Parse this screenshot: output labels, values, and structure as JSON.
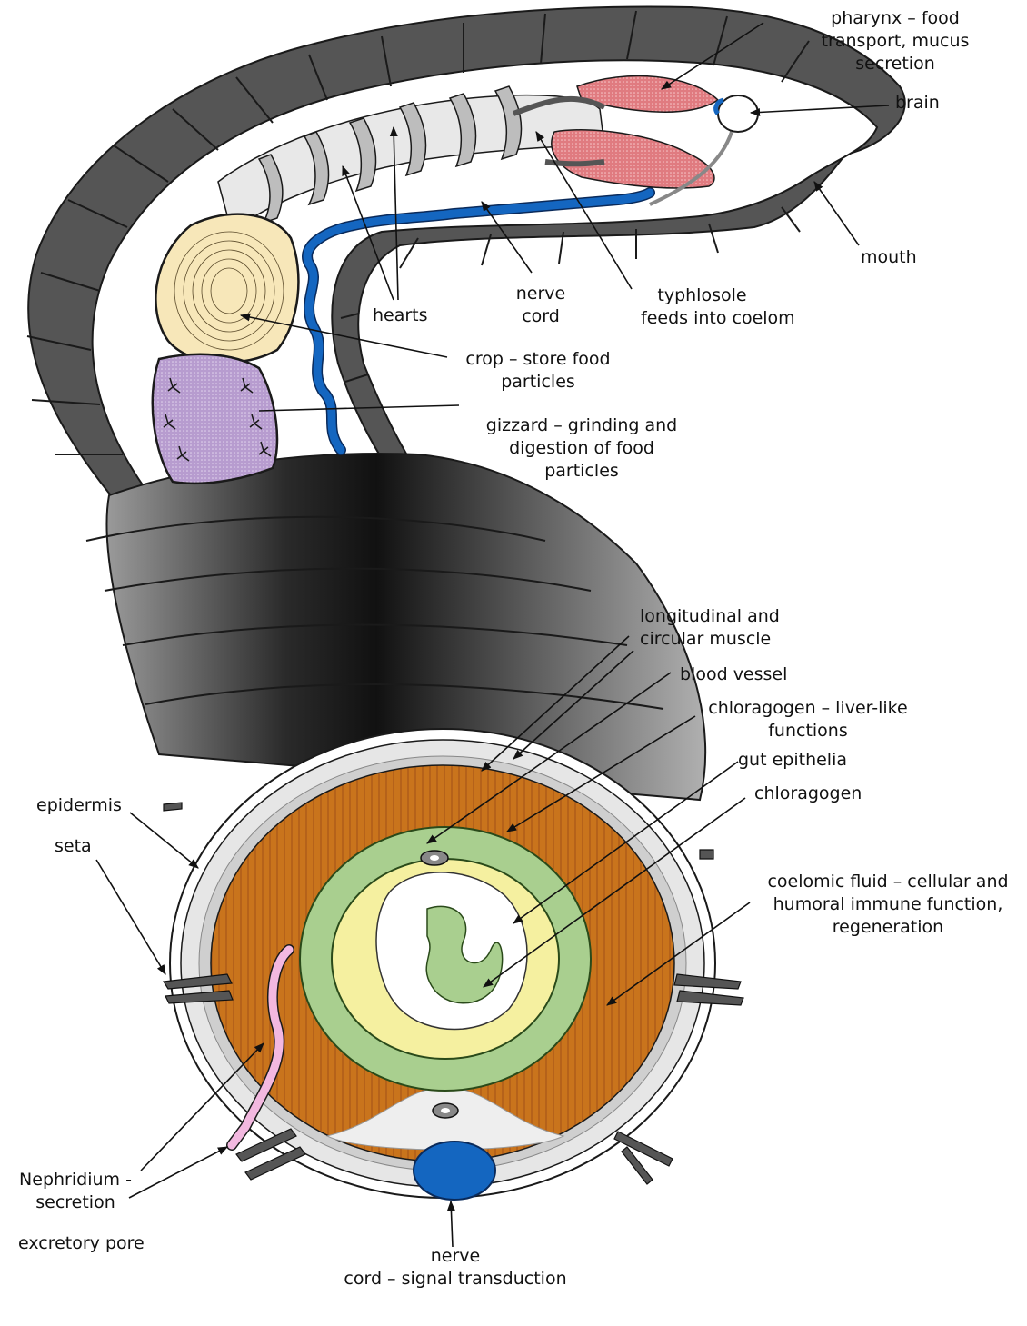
{
  "colors": {
    "background": "#ffffff",
    "segment_dark": "#4a4a4a",
    "segment_mid": "#6e6e6e",
    "segment_outline": "#1a1a1a",
    "pharynx": "#e07b80",
    "crop": "#f7e7b9",
    "gizzard": "#b79ccf",
    "nerve_cord": "#1466c0",
    "coelom": "#c9741c",
    "gut_epithelia": "#a9cf8f",
    "lumen_yellow": "#f5f0a0",
    "nephridium": "#f3b8e0",
    "epidermis": "#e6e6e6",
    "seta": "#555555"
  },
  "icons": {
    "pointer": "arrow-icon"
  },
  "labels": {
    "pharynx": [
      "pharynx – food",
      "transport, mucus",
      "secretion"
    ],
    "brain": [
      "brain"
    ],
    "mouth": [
      "mouth"
    ],
    "typhlosole": [
      "typhlosole",
      "feeds into coelom"
    ],
    "nerve_cord_top": [
      "nerve",
      "cord"
    ],
    "hearts": [
      "hearts"
    ],
    "crop": [
      "crop – store food",
      "particles"
    ],
    "gizzard": [
      "gizzard – grinding and",
      "digestion of food",
      "particles"
    ],
    "muscle": [
      "longitudinal and",
      "circular muscle"
    ],
    "blood_vessel": [
      "blood vessel"
    ],
    "chloragogen_liver": [
      "chloragogen – liver-like",
      "functions"
    ],
    "gut_epithelia": [
      "gut epithelia"
    ],
    "chloragogen": [
      "chloragogen"
    ],
    "coelomic_fluid": [
      "coelomic fluid – cellular and",
      "humoral immune function,",
      "regeneration"
    ],
    "epidermis": [
      "epidermis"
    ],
    "seta": [
      "seta"
    ],
    "nephridium": [
      "Nephridium -",
      "secretion"
    ],
    "excretory_pore": [
      "excretory pore"
    ],
    "nerve_cord_bottom": [
      "nerve",
      "cord – signal transduction"
    ]
  }
}
